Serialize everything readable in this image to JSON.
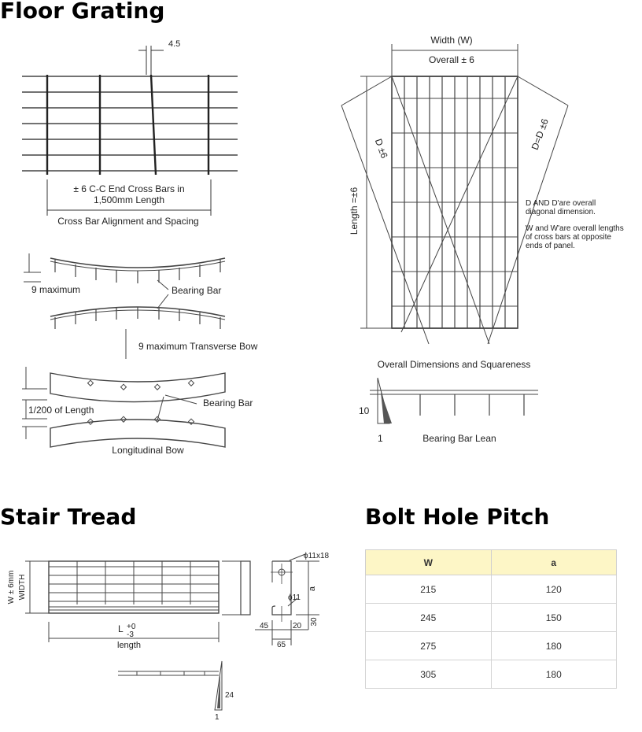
{
  "sections": {
    "floor_grating": "Floor Grating",
    "stair_tread": "Stair Tread",
    "bolt_hole_pitch": "Bolt Hole Pitch"
  },
  "floor_grating": {
    "alignment": {
      "gap": "4.5",
      "tolerance_line1": "± 6 C-C End Cross Bars in",
      "tolerance_line2": "1,500mm Length",
      "caption": "Cross Bar Alignment and Spacing"
    },
    "transverse_bow": {
      "max_label": "9  maximum",
      "bearing_bar": "Bearing Bar",
      "max_transverse": "9  maximum Transverse Bow"
    },
    "longitudinal_bow": {
      "ratio": "1/200 of Length",
      "bearing_bar": "Bearing Bar",
      "caption": "Longitudinal Bow"
    },
    "squareness": {
      "width": "Width (W)",
      "overall": "Overall ± 6",
      "length": "Length =±6",
      "d_left": "D ±6",
      "d_right": "D=D ±6",
      "note1_line1": "D  AND D'are overall",
      "note1_line2": "diagonal dimension.",
      "note2_line1": "W and W'are overall lengths",
      "note2_line2": "of cross bars at opposite",
      "note2_line3": "ends of panel.",
      "caption": "Overall Dimensions and Squareness"
    },
    "lean": {
      "ratio_top": "10",
      "ratio_bottom": "1",
      "caption": "Bearing Bar Lean"
    }
  },
  "stair_tread": {
    "w_tolerance": "W ± 6mm",
    "width_label": "WIDTH",
    "l_label": "L",
    "l_plus": "+0",
    "l_minus": "-3",
    "length_label": "length",
    "hole": "ϕ11x18",
    "phi": "ϕ11",
    "a": "a",
    "dim_45": "45",
    "dim_20": "20",
    "dim_30": "30",
    "dim_65": "65",
    "slope_top": "24",
    "slope_bottom": "1"
  },
  "bolt_table": {
    "headers": [
      "W",
      "a"
    ],
    "rows": [
      [
        "215",
        "120"
      ],
      [
        "245",
        "150"
      ],
      [
        "275",
        "180"
      ],
      [
        "305",
        "180"
      ]
    ]
  }
}
